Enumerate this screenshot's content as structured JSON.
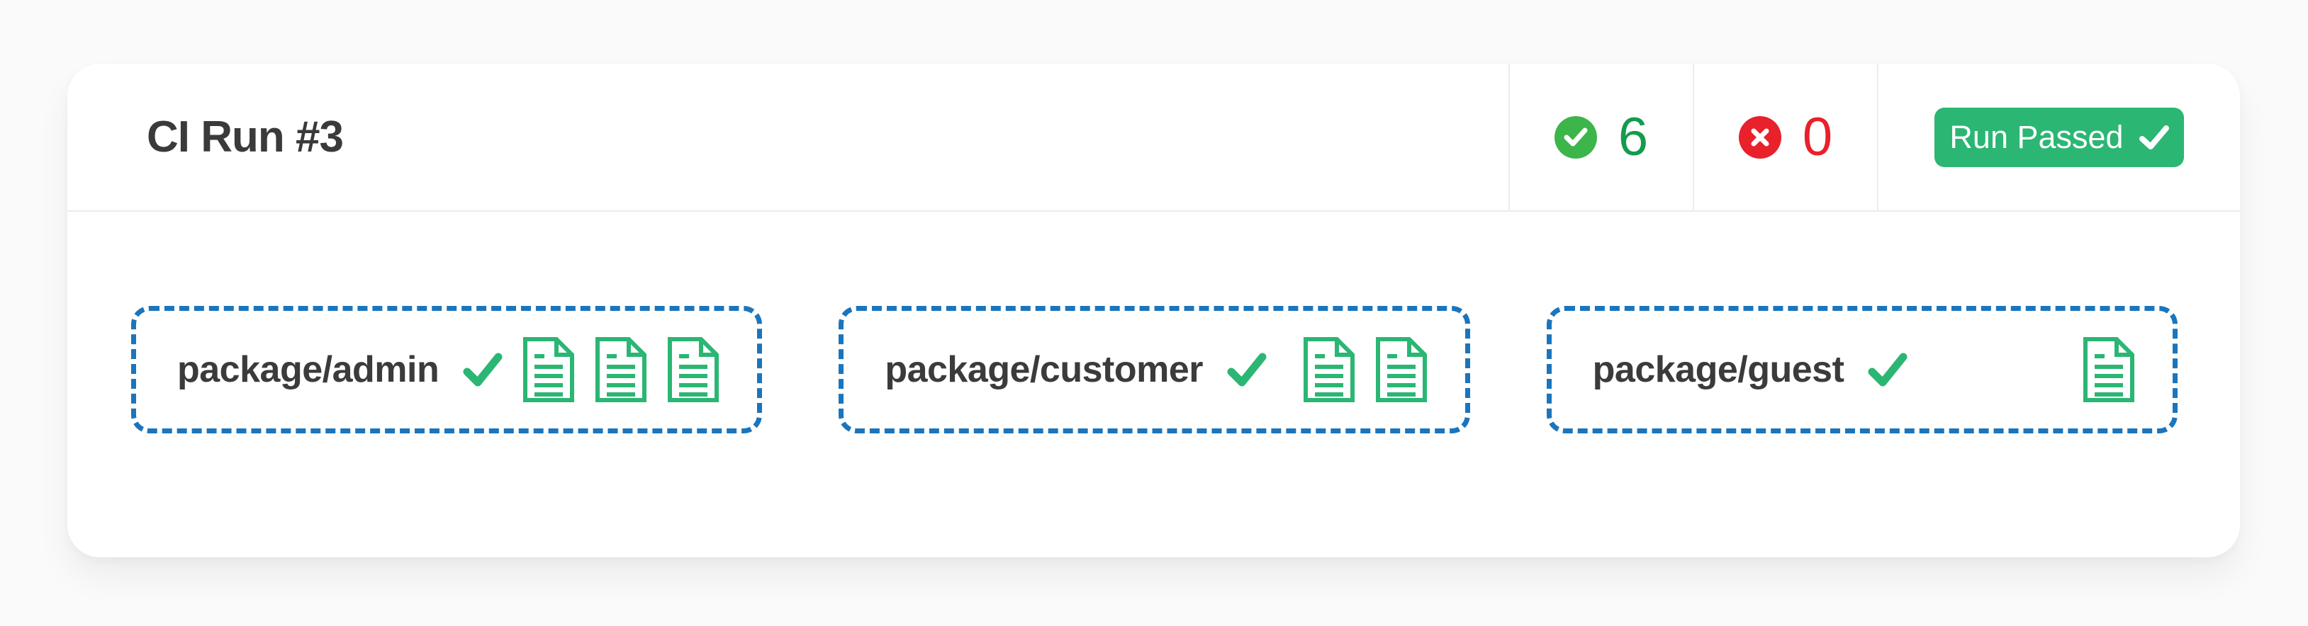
{
  "header": {
    "title": "CI Run #3",
    "passed": {
      "count": "6",
      "icon": "check-circle-icon",
      "badge_color": "#3cb54a",
      "text_color": "#149b4d"
    },
    "failed": {
      "count": "0",
      "icon": "x-circle-icon",
      "badge_color": "#e8212a",
      "text_color": "#e8212a"
    },
    "status_button": {
      "label": "Run Passed",
      "icon": "check-icon",
      "background": "#2bb673",
      "text_color": "#ffffff"
    }
  },
  "packages": [
    {
      "name": "package/admin",
      "status": "passed",
      "status_icon": "check-icon",
      "documents": 3
    },
    {
      "name": "package/customer",
      "status": "passed",
      "status_icon": "check-icon",
      "documents": 2
    },
    {
      "name": "package/guest",
      "status": "passed",
      "status_icon": "check-icon",
      "documents": 1
    }
  ],
  "colors": {
    "page_background": "#fafafa",
    "card_background": "#ffffff",
    "divider": "#ececec",
    "dashed_border_blue": "#1b75bc",
    "green": "#2bb673",
    "badge_green": "#3cb54a",
    "red": "#e8212a",
    "title_text": "#3a3a3a"
  }
}
